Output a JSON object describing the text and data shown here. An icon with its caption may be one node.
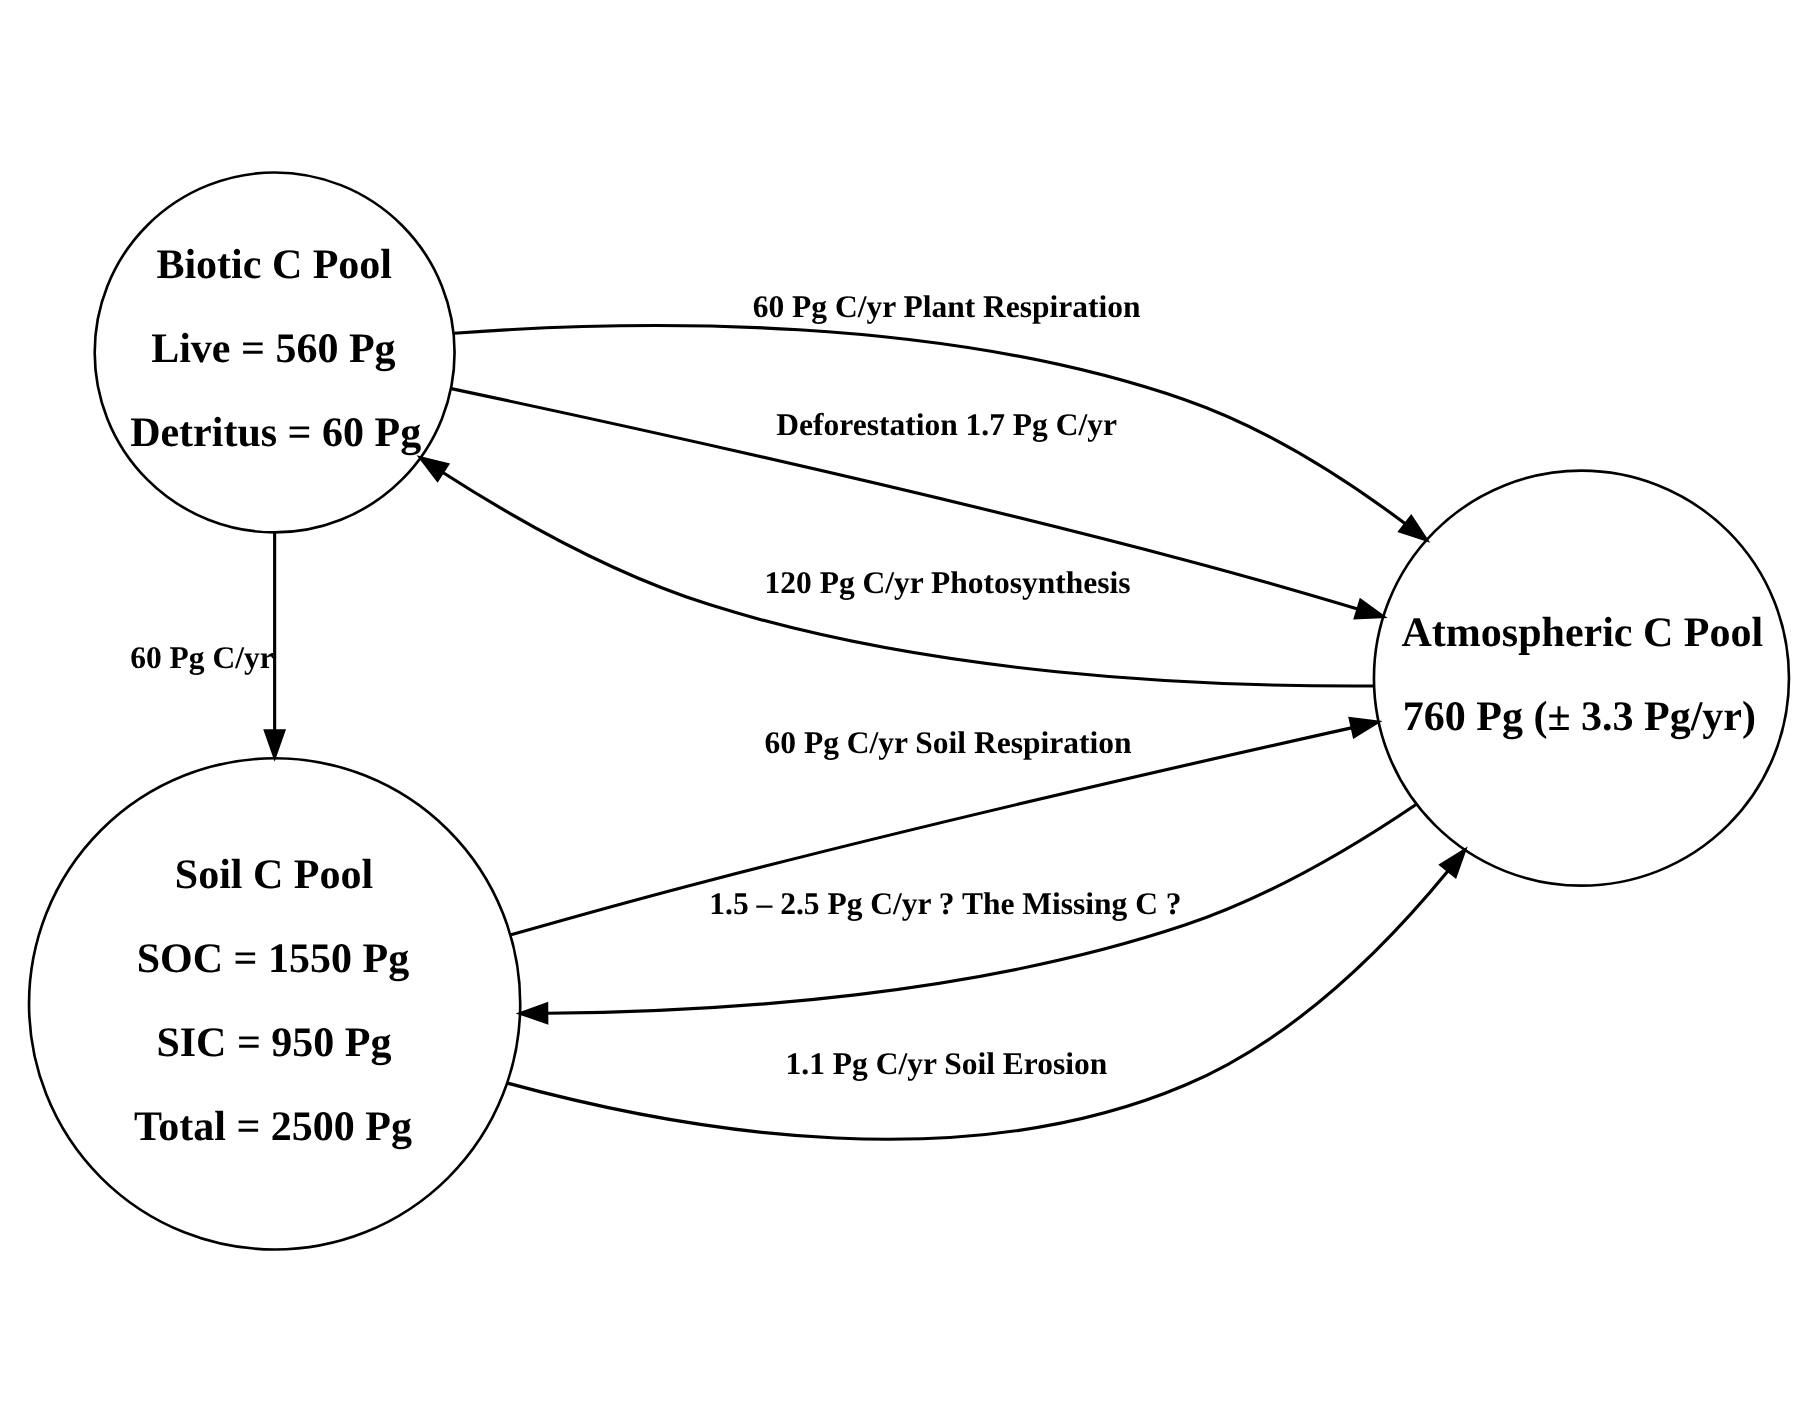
{
  "diagram": {
    "nodes": [
      {
        "text": [
          "Biotic C Pool",
          "Live = 560 Pg",
          "Detritus = 60 Pg"
        ]
      },
      {
        "text": [
          "Atmospheric C Pool",
          "760 Pg (± 3.3 Pg/yr)"
        ]
      },
      {
        "text": [
          "Soil C Pool",
          "SOC = 1550 Pg",
          "SIC = 950 Pg",
          "Total = 2500 Pg"
        ]
      }
    ],
    "edges": [
      {
        "from": 1,
        "to": 0,
        "arrow": "to",
        "label": "120 Pg C/yr Photosynthesis"
      },
      {
        "from": 0,
        "to": 1,
        "arrow": "to",
        "label": "60 Pg C/yr Plant Respiration"
      },
      {
        "from": 0,
        "to": 1,
        "arrow": "to",
        "label": "Deforestation 1.7 Pg C/yr"
      },
      {
        "from": 0,
        "to": 2,
        "arrow": "to",
        "label": "60 Pg C/yr"
      },
      {
        "from": 2,
        "to": 1,
        "arrow": "to",
        "label": "60 Pg C/yr Soil Respiration"
      },
      {
        "from": 2,
        "to": 1,
        "arrow": "to",
        "label": "1.1 Pg C/yr Soil Erosion"
      },
      {
        "from": 1,
        "to": 2,
        "arrow": "to",
        "label": "1.5 – 2.5 Pg C/yr ? The Missing C ?"
      }
    ]
  }
}
